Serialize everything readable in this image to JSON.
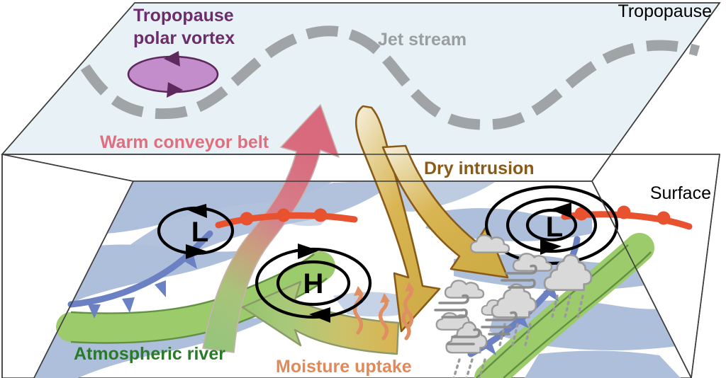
{
  "figure": {
    "kind": "atmospheric-cross-section-schematic",
    "background_color": "#ffffff"
  },
  "planes": {
    "tropopause": {
      "label": "Tropopause",
      "label_color": "#000000",
      "fill": "#e8f2f6",
      "stroke": "#3c3c3c"
    },
    "surface": {
      "label": "Surface",
      "label_color": "#000000",
      "fill": "#ffffff",
      "stroke": "#3c3c3c",
      "satellite_cloud_color": "#aebfdb"
    }
  },
  "features": [
    {
      "id": "tropopause-polar-vortex",
      "label_line1": "Tropopause",
      "label_line2": "polar vortex",
      "color": "#6b2d6b",
      "fill": "#c38ccb",
      "rotation": "cyclonic"
    },
    {
      "id": "jet-stream",
      "label": "Jet stream",
      "color": "#a0a4a6",
      "style": "dashed-wave"
    },
    {
      "id": "warm-conveyor-belt",
      "label": "Warm conveyor belt",
      "color": "#de6f7e",
      "gradient_from": "#93c47d",
      "gradient_to": "#d9697c",
      "direction": "ascending"
    },
    {
      "id": "dry-intrusion",
      "label": "Dry intrusion",
      "color": "#8a5b18",
      "fill": "#d9b452",
      "fill_top": "#f0e6bd",
      "direction": "descending-forked"
    },
    {
      "id": "atmospheric-river",
      "label": "Atmospheric river",
      "color": "#2a7a2a",
      "fill": "#9ccb6b",
      "stroke": "#5a8a3c"
    },
    {
      "id": "moisture-uptake",
      "label": "Moisture uptake",
      "color": "#e08a5c",
      "squiggle_color": "#df8f62"
    }
  ],
  "pressure_systems": [
    {
      "id": "low-left",
      "symbol": "L",
      "rings": 1,
      "rotation": "counterclockwise"
    },
    {
      "id": "high-center",
      "symbol": "H",
      "rings": 2,
      "rotation": "clockwise"
    },
    {
      "id": "low-right",
      "symbol": "L",
      "rings": 3,
      "rotation": "counterclockwise"
    }
  ],
  "fronts": [
    {
      "id": "warm-front-left",
      "type": "warm",
      "color": "#e8522f"
    },
    {
      "id": "cold-front-left",
      "type": "cold",
      "color": "#6b81c4"
    },
    {
      "id": "warm-front-right",
      "type": "warm",
      "color": "#e8522f"
    },
    {
      "id": "cold-front-right",
      "type": "cold",
      "color": "#6b81c4"
    }
  ],
  "weather_symbols": {
    "cloud_fill": "#d9d9d9",
    "cloud_stroke": "#9a9a9a",
    "rain_color": "#9a9a9a",
    "wind_color": "#8c8c8c",
    "counts": {
      "clouds": 5,
      "cumulonimbus": 3,
      "wind_groups": 4
    }
  }
}
